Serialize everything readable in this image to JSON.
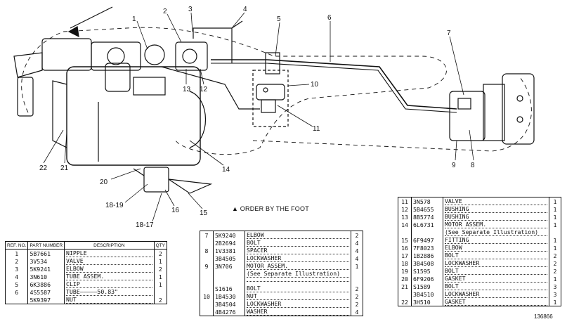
{
  "callouts": [
    "1",
    "2",
    "3",
    "4",
    "5",
    "6",
    "7",
    "8",
    "9",
    "10",
    "11",
    "12",
    "13",
    "14",
    "15",
    "16",
    "18-17",
    "18-19",
    "20",
    "21",
    "22"
  ],
  "note": "▲ ORDER BY THE FOOT",
  "figure_number": "136866",
  "table1": {
    "headers": {
      "ref": "REF. NO.",
      "part": "PART NUMBER",
      "desc": "DESCRIPTION",
      "qty": "QTY"
    },
    "rows": [
      {
        "ref": "1",
        "part": "5B7661",
        "desc": "NIPPLE",
        "qty": "2"
      },
      {
        "ref": "2",
        "part": "3V534",
        "desc": "VALVE",
        "qty": "1"
      },
      {
        "ref": "3",
        "part": "5K9241",
        "desc": "ELBOW",
        "qty": "2"
      },
      {
        "ref": "4",
        "part": "3N610",
        "desc": "TUBE ASSEM.",
        "qty": "1"
      },
      {
        "ref": "5",
        "part": "6K3886",
        "desc": "CLIP",
        "qty": "1"
      },
      {
        "ref": "6",
        "part": "4S5587",
        "desc": "TUBE—————50.83\"",
        "qty": ""
      },
      {
        "ref": "",
        "part": "5K9397",
        "desc": "NUT",
        "qty": "2"
      }
    ]
  },
  "table2": {
    "rows": [
      {
        "ref": "7",
        "part": "5K9240",
        "desc": "ELBOW",
        "qty": "2"
      },
      {
        "ref": "",
        "part": "2B2694",
        "desc": "BOLT",
        "qty": "4"
      },
      {
        "ref": "8",
        "part": "1V3381",
        "desc": "SPACER",
        "qty": "4"
      },
      {
        "ref": "",
        "part": "3B4505",
        "desc": "LOCKWASHER",
        "qty": "4"
      },
      {
        "ref": "9",
        "part": "3N706",
        "desc": "MOTOR ASSEM.",
        "qty": "1"
      },
      {
        "ref": "",
        "part": "",
        "desc": "(See Separate Illustration)",
        "qty": ""
      },
      {
        "ref": "",
        "part": "",
        "desc": "",
        "qty": ""
      },
      {
        "ref": "",
        "part": "S1616",
        "desc": "BOLT",
        "qty": "2"
      },
      {
        "ref": "10",
        "part": "1B4530",
        "desc": "NUT",
        "qty": "2"
      },
      {
        "ref": "",
        "part": "3B4504",
        "desc": "LOCKWASHER",
        "qty": "2"
      },
      {
        "ref": "",
        "part": "4B4276",
        "desc": "WASHER",
        "qty": "4"
      }
    ]
  },
  "table3": {
    "rows": [
      {
        "ref": "11",
        "part": "3N578",
        "desc": "VALVE",
        "qty": "1"
      },
      {
        "ref": "12",
        "part": "5B4655",
        "desc": "BUSHING",
        "qty": "1"
      },
      {
        "ref": "13",
        "part": "8B5774",
        "desc": "BUSHING",
        "qty": "1"
      },
      {
        "ref": "14",
        "part": "6L6731",
        "desc": "MOTOR ASSEM.",
        "qty": "1"
      },
      {
        "ref": "",
        "part": "",
        "desc": "(See Separate Illustration)",
        "qty": ""
      },
      {
        "ref": "15",
        "part": "6F9497",
        "desc": "FITTING",
        "qty": "1"
      },
      {
        "ref": "16",
        "part": "7F8023",
        "desc": "ELBOW",
        "qty": "1"
      },
      {
        "ref": "17",
        "part": "1B2886",
        "desc": "BOLT",
        "qty": "2"
      },
      {
        "ref": "18",
        "part": "3B4508",
        "desc": "LOCKWASHER",
        "qty": "2"
      },
      {
        "ref": "19",
        "part": "S1595",
        "desc": "BOLT",
        "qty": "2"
      },
      {
        "ref": "20",
        "part": "6F9206",
        "desc": "GASKET",
        "qty": "1"
      },
      {
        "ref": "21",
        "part": "S1589",
        "desc": "BOLT",
        "qty": "3"
      },
      {
        "ref": "",
        "part": "3B4510",
        "desc": "LOCKWASHER",
        "qty": "3"
      },
      {
        "ref": "22",
        "part": "3H510",
        "desc": "GASKET",
        "qty": "1"
      }
    ]
  }
}
